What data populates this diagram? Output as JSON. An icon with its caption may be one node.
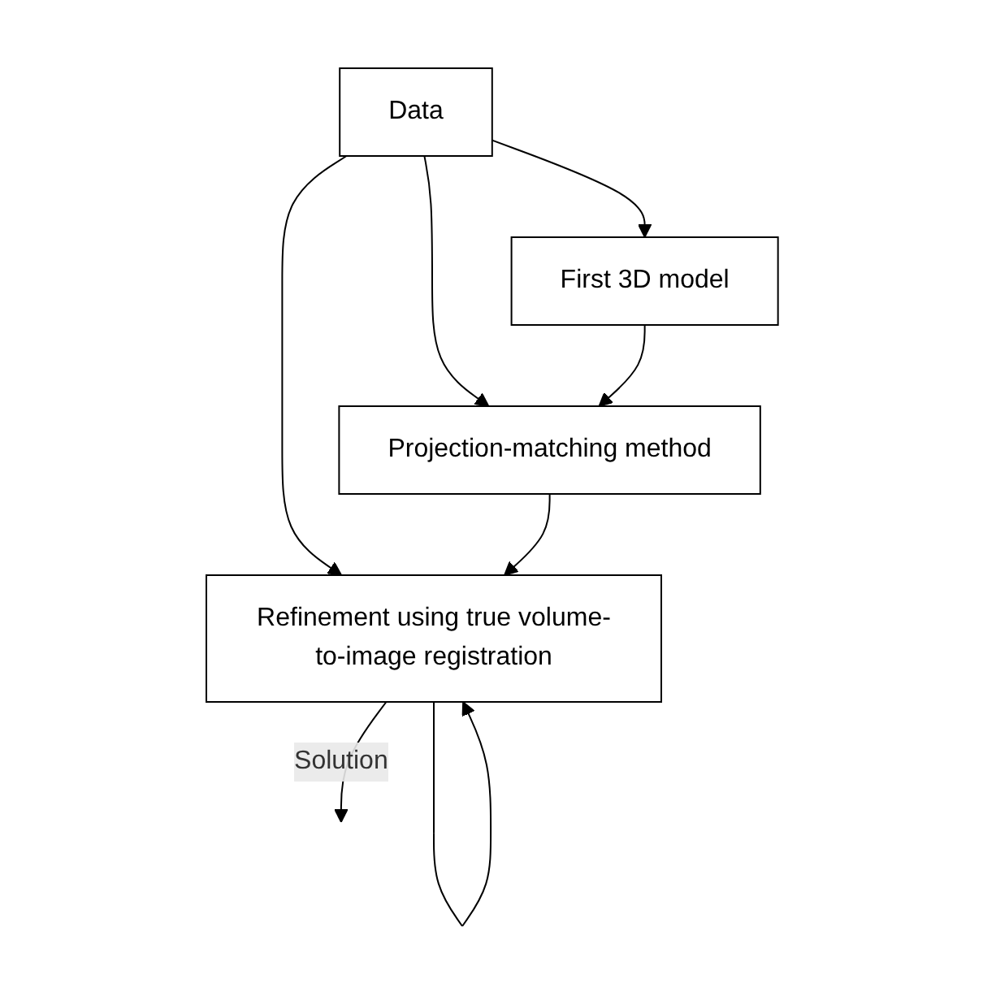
{
  "diagram": {
    "nodes": [
      {
        "text": [
          "Data"
        ]
      },
      {
        "text": [
          "First 3D model"
        ]
      },
      {
        "text": [
          "Projection-matching method"
        ]
      },
      {
        "text": [
          "Refinement using true volume-to-image registration"
        ]
      }
    ],
    "edges": [
      {
        "from": 0,
        "to": 1,
        "arrow": "to"
      },
      {
        "from": 0,
        "to": 2,
        "arrow": "to"
      },
      {
        "from": 0,
        "to": 3,
        "arrow": "to"
      },
      {
        "from": 1,
        "to": 2,
        "arrow": "to"
      },
      {
        "from": 2,
        "to": 3,
        "arrow": "to"
      },
      {
        "from": 3,
        "to": 3,
        "arrow": "to"
      },
      {
        "from": 3,
        "to": null,
        "arrow": "to",
        "label": "Solution"
      }
    ]
  }
}
